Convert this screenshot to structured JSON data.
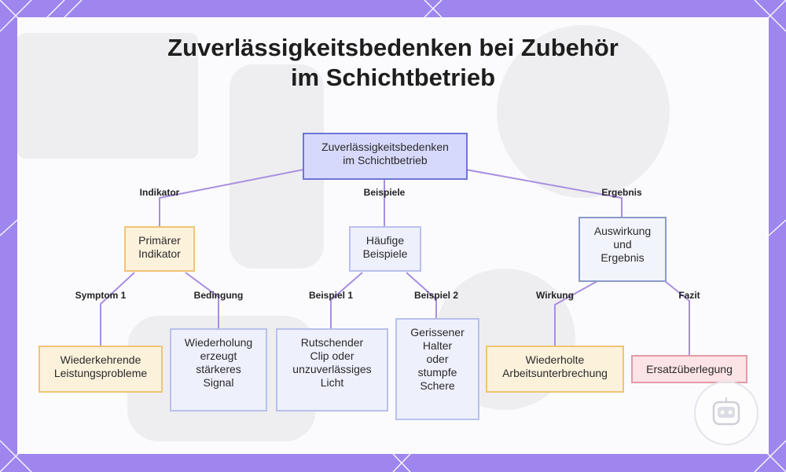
{
  "diagram": {
    "title_lines": [
      "Zuverlässigkeitsbedenken bei Zubehör",
      "im Schichtbetrieb"
    ],
    "nodes": {
      "root": "Zuverlässigkeitsbedenken\nim Schichtbetrieb",
      "indicator": "Primärer\nIndikator",
      "examples": "Häufige\nBeispiele",
      "impact": "Auswirkung\nund\nErgebnis",
      "performance": "Wiederkehrende\nLeistungsprobleme",
      "repetition": "Wiederholung\nerzeugt\nstärkeres\nSignal",
      "clip": "Rutschender\nClip oder\nunzuverlässiges\nLicht",
      "holder": "Gerissener\nHalter\noder\nstumpfe\nSchere",
      "interruption": "Wiederholte\nArbeitsunterbrechung",
      "replacement": "Ersatzüberlegung"
    },
    "edge_labels": {
      "indicator": "Indikator",
      "examples": "Beispiele",
      "result": "Ergebnis",
      "symptom": "Symptom 1",
      "condition": "Bedingung",
      "example1": "Beispiel 1",
      "example2": "Beispiel 2",
      "effect": "Wirkung",
      "conclusion": "Fazit"
    },
    "colors": {
      "frame": "#9f86ee",
      "edge": "#a98ee0",
      "root_fill": "#d6d9fb",
      "orange_border": "#f0c476",
      "red_border": "#e49aa6"
    }
  }
}
